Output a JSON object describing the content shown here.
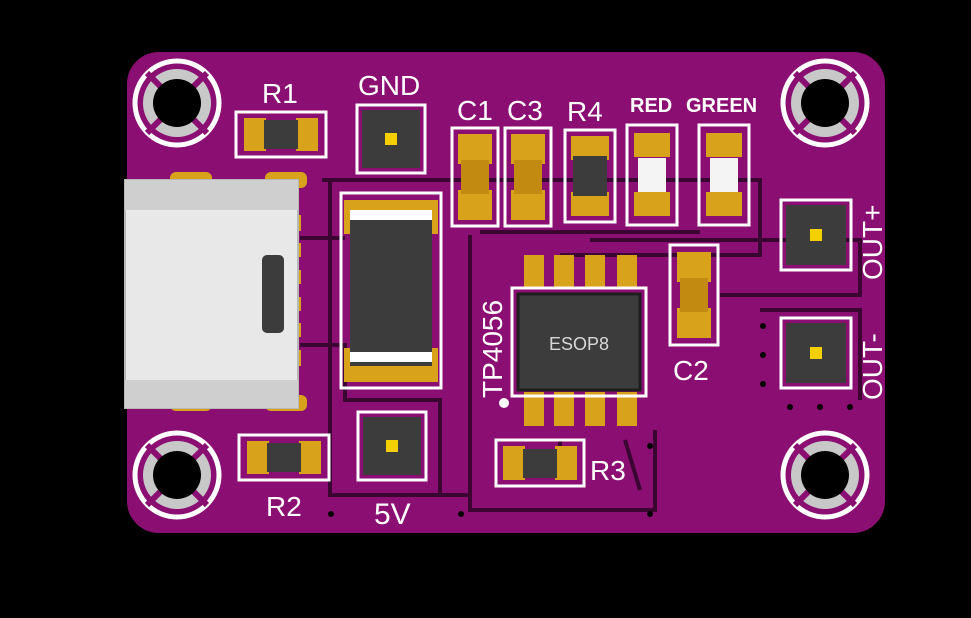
{
  "colors": {
    "background": "#000000",
    "board": "#8b0f73",
    "board_edge": "#5a0a4b",
    "copper_trace": "#3a0631",
    "silkscreen": "#ffffff",
    "pad_gold": "#d9a21b",
    "component_body": "#3c3c3c",
    "connector_shell": "#e8e8e8"
  },
  "icons": [
    "mounting-hole-icon",
    "via-icon",
    "smd-pad-icon",
    "usb-c-connector-icon",
    "ic-chip-icon",
    "led-icon"
  ],
  "silkscreen_labels": {
    "r1": "R1",
    "r2": "R2",
    "r3": "R3",
    "r4": "R4",
    "c1": "C1",
    "c2": "C2",
    "c3": "C3",
    "gnd": "GND",
    "five_v": "5V",
    "red": "RED",
    "green": "GREEN",
    "out_plus": "OUT+",
    "out_minus": "OUT-",
    "chip_name": "TP4056",
    "chip_package": "ESOP8"
  }
}
